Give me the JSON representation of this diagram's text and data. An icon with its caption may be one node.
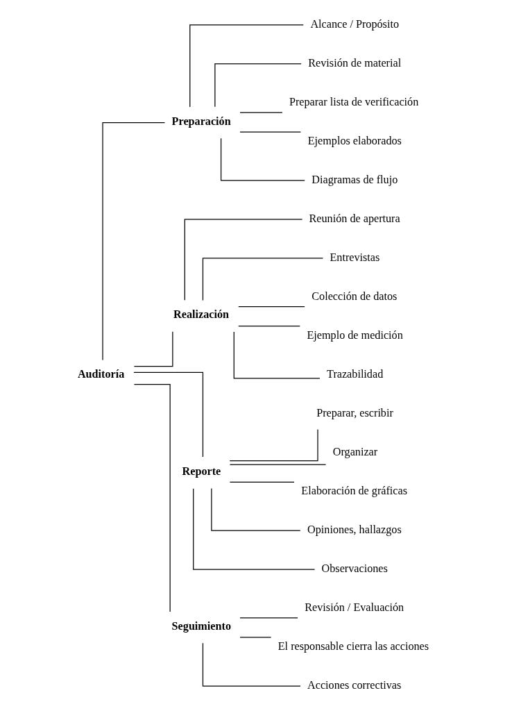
{
  "diagram": {
    "nodes": [
      {
        "text": [
          "Auditoría"
        ]
      },
      {
        "text": [
          "Preparación"
        ]
      },
      {
        "text": [
          "Alcance / Propósito"
        ]
      },
      {
        "text": [
          "Revisión de material"
        ]
      },
      {
        "text": [
          "Preparar lista de verificación"
        ]
      },
      {
        "text": [
          "Ejemplos elaborados"
        ]
      },
      {
        "text": [
          "Diagramas de flujo"
        ]
      },
      {
        "text": [
          "Realización"
        ]
      },
      {
        "text": [
          "Reunión de apertura"
        ]
      },
      {
        "text": [
          "Entrevistas"
        ]
      },
      {
        "text": [
          "Colección de datos"
        ]
      },
      {
        "text": [
          "Ejemplo de medición"
        ]
      },
      {
        "text": [
          "Trazabilidad"
        ]
      },
      {
        "text": [
          "Reporte"
        ]
      },
      {
        "text": [
          "Preparar, escribir"
        ]
      },
      {
        "text": [
          "Organizar"
        ]
      },
      {
        "text": [
          "Elaboración de gráficas"
        ]
      },
      {
        "text": [
          "Opiniones, hallazgos"
        ]
      },
      {
        "text": [
          "Observaciones"
        ]
      },
      {
        "text": [
          "Seguimiento"
        ]
      },
      {
        "text": [
          "Revisión / Evaluación"
        ]
      },
      {
        "text": [
          "El responsable cierra las acciones"
        ]
      },
      {
        "text": [
          "Acciones correctivas"
        ]
      }
    ],
    "edges": [
      {
        "from": 0,
        "to": 1,
        "arrow": "none"
      },
      {
        "from": 0,
        "to": 7,
        "arrow": "none"
      },
      {
        "from": 0,
        "to": 13,
        "arrow": "none"
      },
      {
        "from": 0,
        "to": 19,
        "arrow": "none"
      },
      {
        "from": 1,
        "to": 2,
        "arrow": "none"
      },
      {
        "from": 1,
        "to": 3,
        "arrow": "none"
      },
      {
        "from": 1,
        "to": 4,
        "arrow": "none"
      },
      {
        "from": 1,
        "to": 5,
        "arrow": "none"
      },
      {
        "from": 1,
        "to": 6,
        "arrow": "none"
      },
      {
        "from": 7,
        "to": 8,
        "arrow": "none"
      },
      {
        "from": 7,
        "to": 9,
        "arrow": "none"
      },
      {
        "from": 7,
        "to": 10,
        "arrow": "none"
      },
      {
        "from": 7,
        "to": 11,
        "arrow": "none"
      },
      {
        "from": 7,
        "to": 12,
        "arrow": "none"
      },
      {
        "from": 13,
        "to": 14,
        "arrow": "none"
      },
      {
        "from": 13,
        "to": 15,
        "arrow": "none"
      },
      {
        "from": 13,
        "to": 16,
        "arrow": "none"
      },
      {
        "from": 13,
        "to": 17,
        "arrow": "none"
      },
      {
        "from": 13,
        "to": 18,
        "arrow": "none"
      },
      {
        "from": 19,
        "to": 20,
        "arrow": "none"
      },
      {
        "from": 19,
        "to": 21,
        "arrow": "none"
      },
      {
        "from": 19,
        "to": 22,
        "arrow": "none"
      }
    ]
  }
}
